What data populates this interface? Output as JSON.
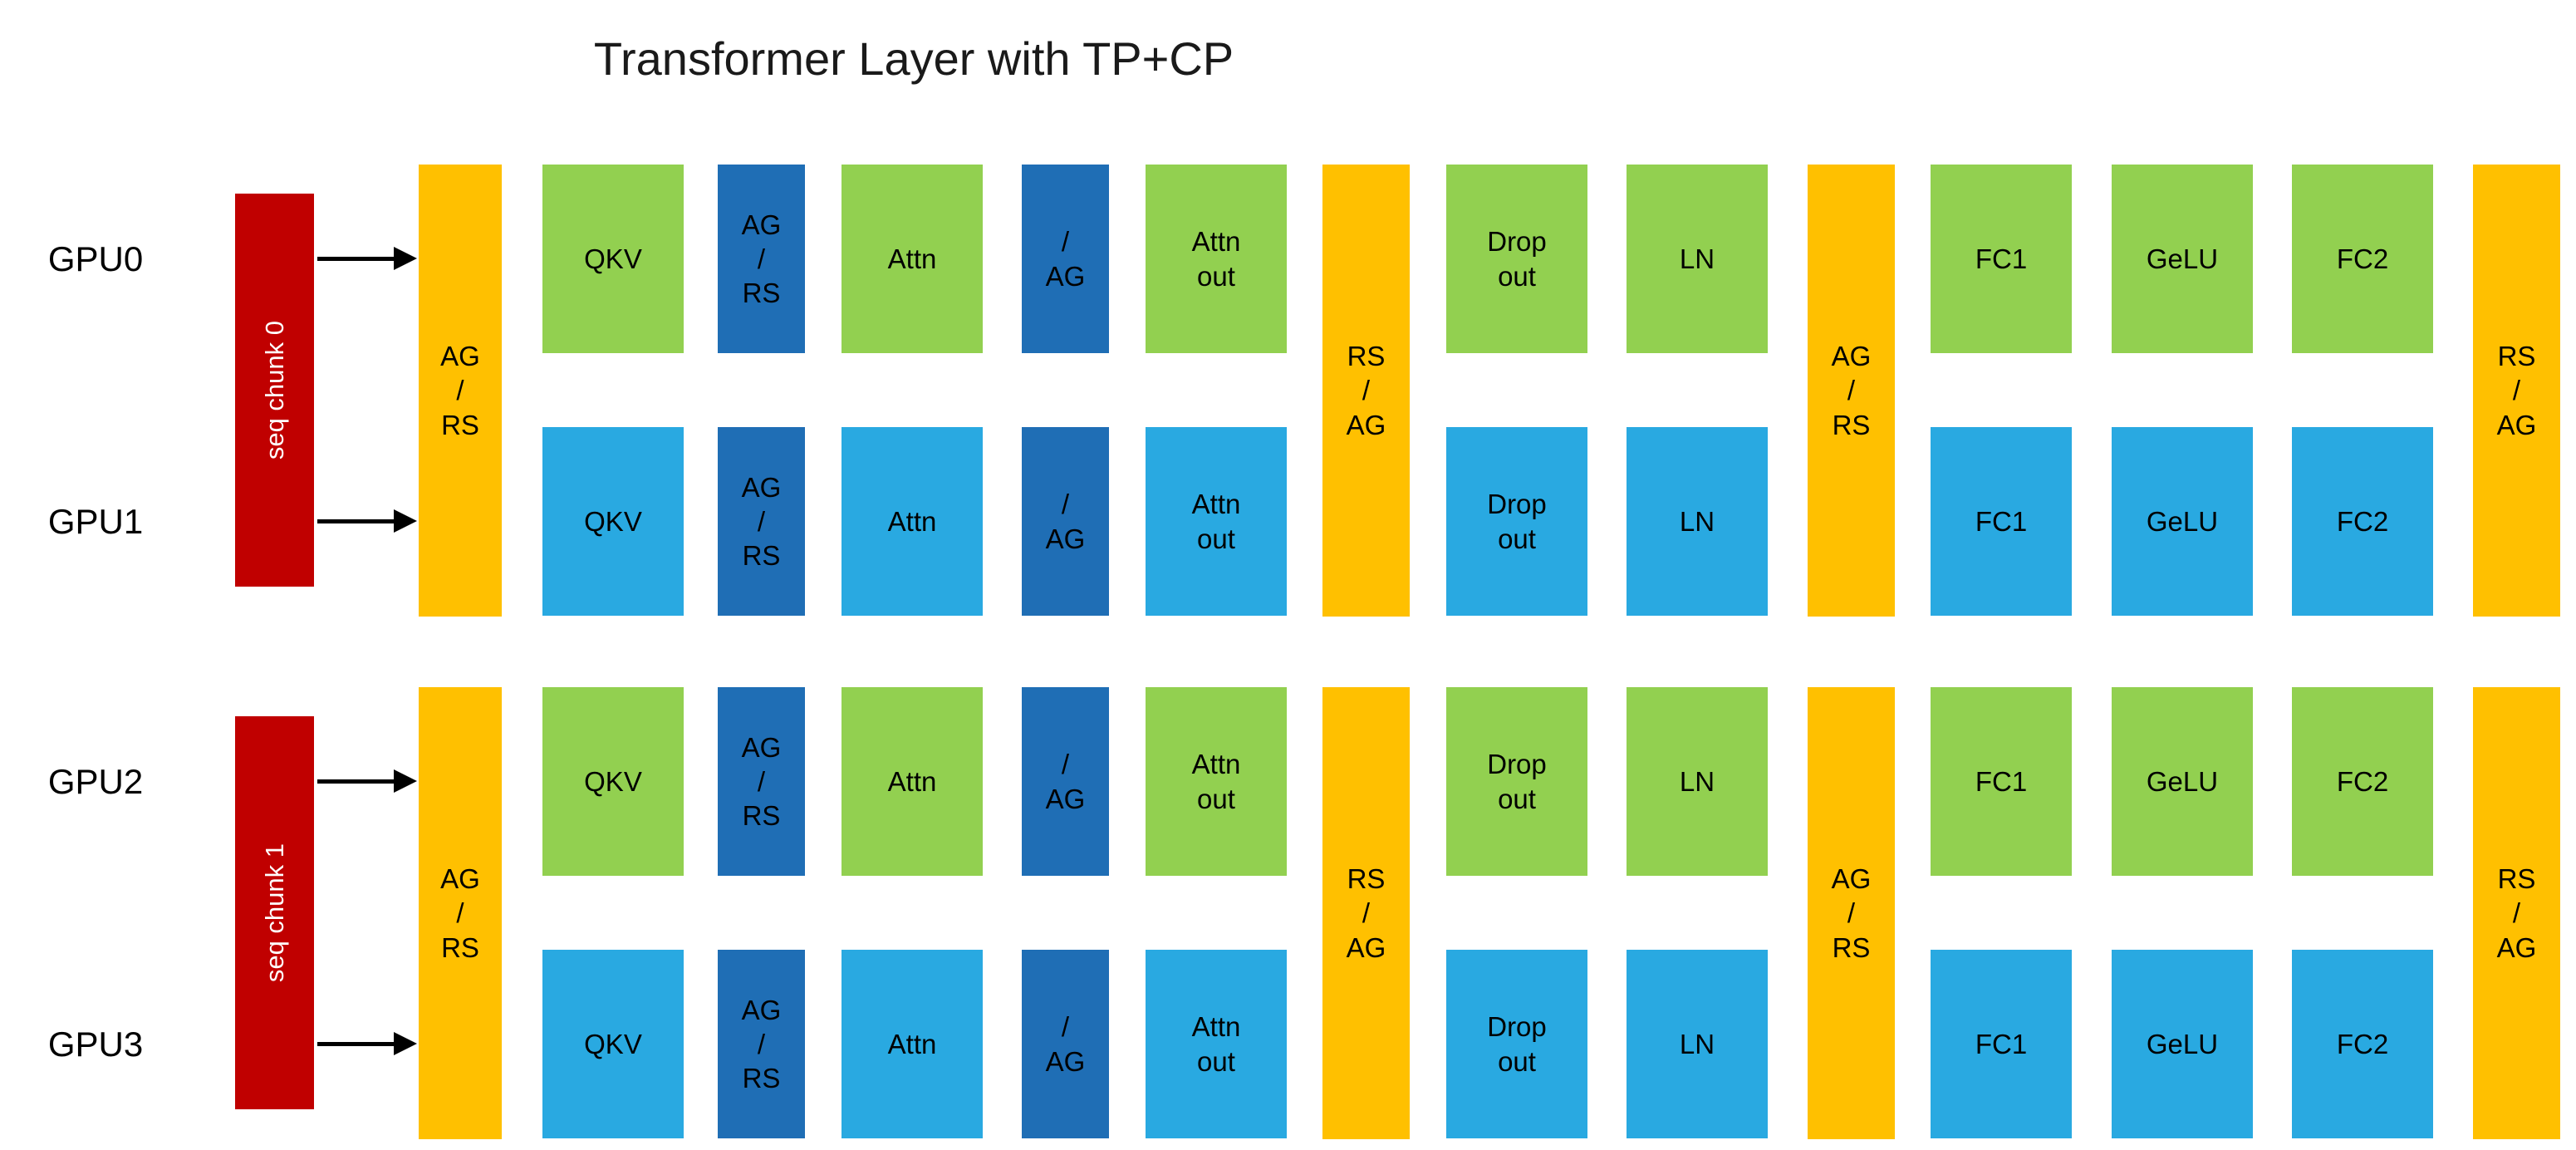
{
  "title": "Transformer Layer with TP+CP",
  "colors": {
    "op_block_green": "#92D050",
    "op_block_blue": "#29A9E1",
    "comm_block_dark_blue": "#1F6EB5",
    "comm_bar_orange": "#FFC000",
    "seq_chunk_red": "#C00000",
    "arrow_black": "#000000"
  },
  "groups": [
    {
      "gpus": [
        "GPU0",
        "GPU1"
      ],
      "seq_chunk_label": "seq chunk 0",
      "comm_bars": [
        "AG\n/\nRS",
        "RS\n/\nAG",
        "AG\n/\nRS",
        "RS\n/\nAG"
      ],
      "rows": [
        {
          "blocks": [
            "QKV",
            "AG\n/\nRS",
            "Attn",
            "/\nAG",
            "Attn\nout",
            "Drop\nout",
            "LN",
            "FC1",
            "GeLU",
            "FC2"
          ]
        },
        {
          "blocks": [
            "QKV",
            "AG\n/\nRS",
            "Attn",
            "/\nAG",
            "Attn\nout",
            "Drop\nout",
            "LN",
            "FC1",
            "GeLU",
            "FC2"
          ]
        }
      ]
    },
    {
      "gpus": [
        "GPU2",
        "GPU3"
      ],
      "seq_chunk_label": "seq chunk 1",
      "comm_bars": [
        "AG\n/\nRS",
        "RS\n/\nAG",
        "AG\n/\nRS",
        "RS\n/\nAG"
      ],
      "rows": [
        {
          "blocks": [
            "QKV",
            "AG\n/\nRS",
            "Attn",
            "/\nAG",
            "Attn\nout",
            "Drop\nout",
            "LN",
            "FC1",
            "GeLU",
            "FC2"
          ]
        },
        {
          "blocks": [
            "QKV",
            "AG\n/\nRS",
            "Attn",
            "/\nAG",
            "Attn\nout",
            "Drop\nout",
            "LN",
            "FC1",
            "GeLU",
            "FC2"
          ]
        }
      ]
    }
  ]
}
